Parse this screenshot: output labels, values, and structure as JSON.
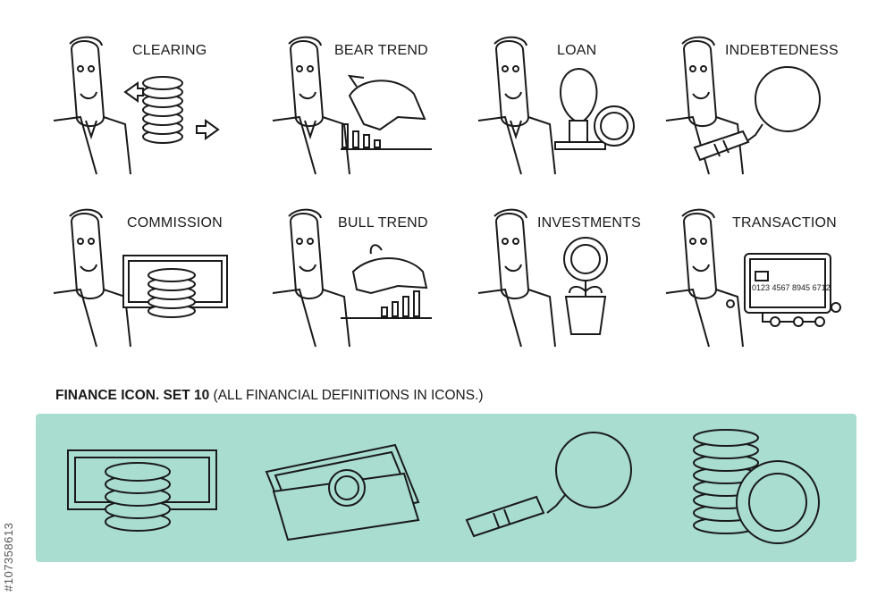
{
  "colors": {
    "panel": "#a9ddd0",
    "ink": "#1a1a1a",
    "background": "#ffffff"
  },
  "tiles": [
    {
      "label": "CLEARING",
      "icon": "coins-arrows-icon"
    },
    {
      "label": "BEAR TREND",
      "icon": "bear-chart-icon"
    },
    {
      "label": "LOAN",
      "icon": "bulb-coin-icon"
    },
    {
      "label": "INDEBTEDNESS",
      "icon": "ball-chain-icon"
    },
    {
      "label": "COMMISSION",
      "icon": "cash-coins-icon"
    },
    {
      "label": "BULL TREND",
      "icon": "bull-chart-icon"
    },
    {
      "label": "INVESTMENTS",
      "icon": "money-plant-icon"
    },
    {
      "label": "TRANSACTION",
      "icon": "card-network-icon"
    }
  ],
  "card_number": "0123 4567 8945 6712",
  "heading": {
    "bold": "FINANCE ICON. SET 10",
    "rest": " (ALL FINANCIAL DEFINITIONS IN ICONS.)"
  },
  "panel_icons": [
    "cash-coins-icon",
    "banknotes-icon",
    "ball-chain-icon",
    "coin-stack-icon"
  ],
  "side_id": "#107358613"
}
